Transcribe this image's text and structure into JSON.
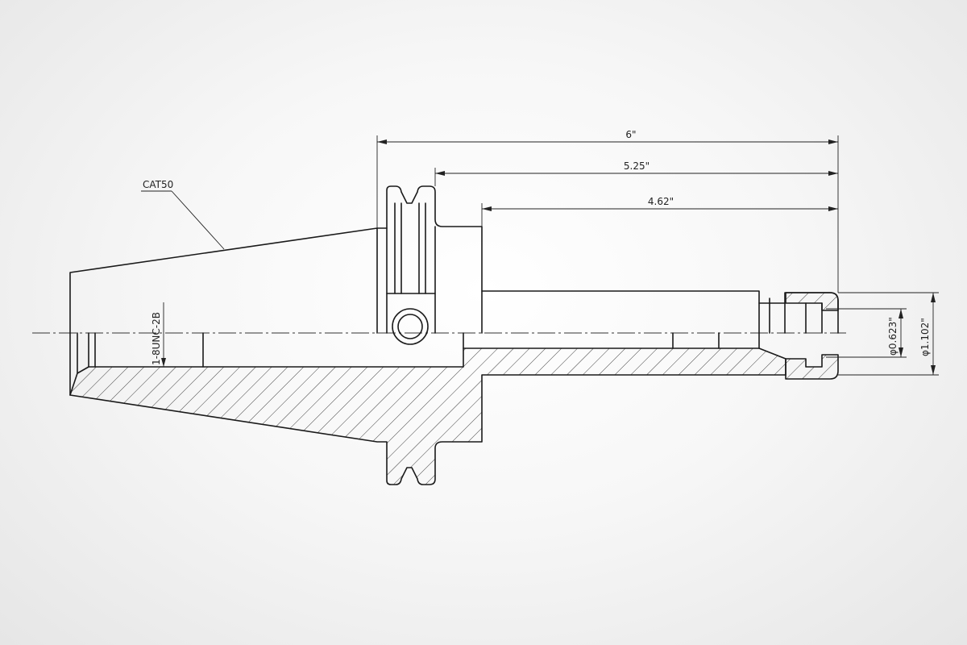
{
  "labels": {
    "taper": "CAT50",
    "thread": "1-8UNC-2B"
  },
  "dimensions": {
    "overall_length": "6\"",
    "length_2": "5.25\"",
    "length_3": "4.62\"",
    "bore_diameter": "φ0.623\"",
    "nose_diameter": "φ1.102\""
  }
}
